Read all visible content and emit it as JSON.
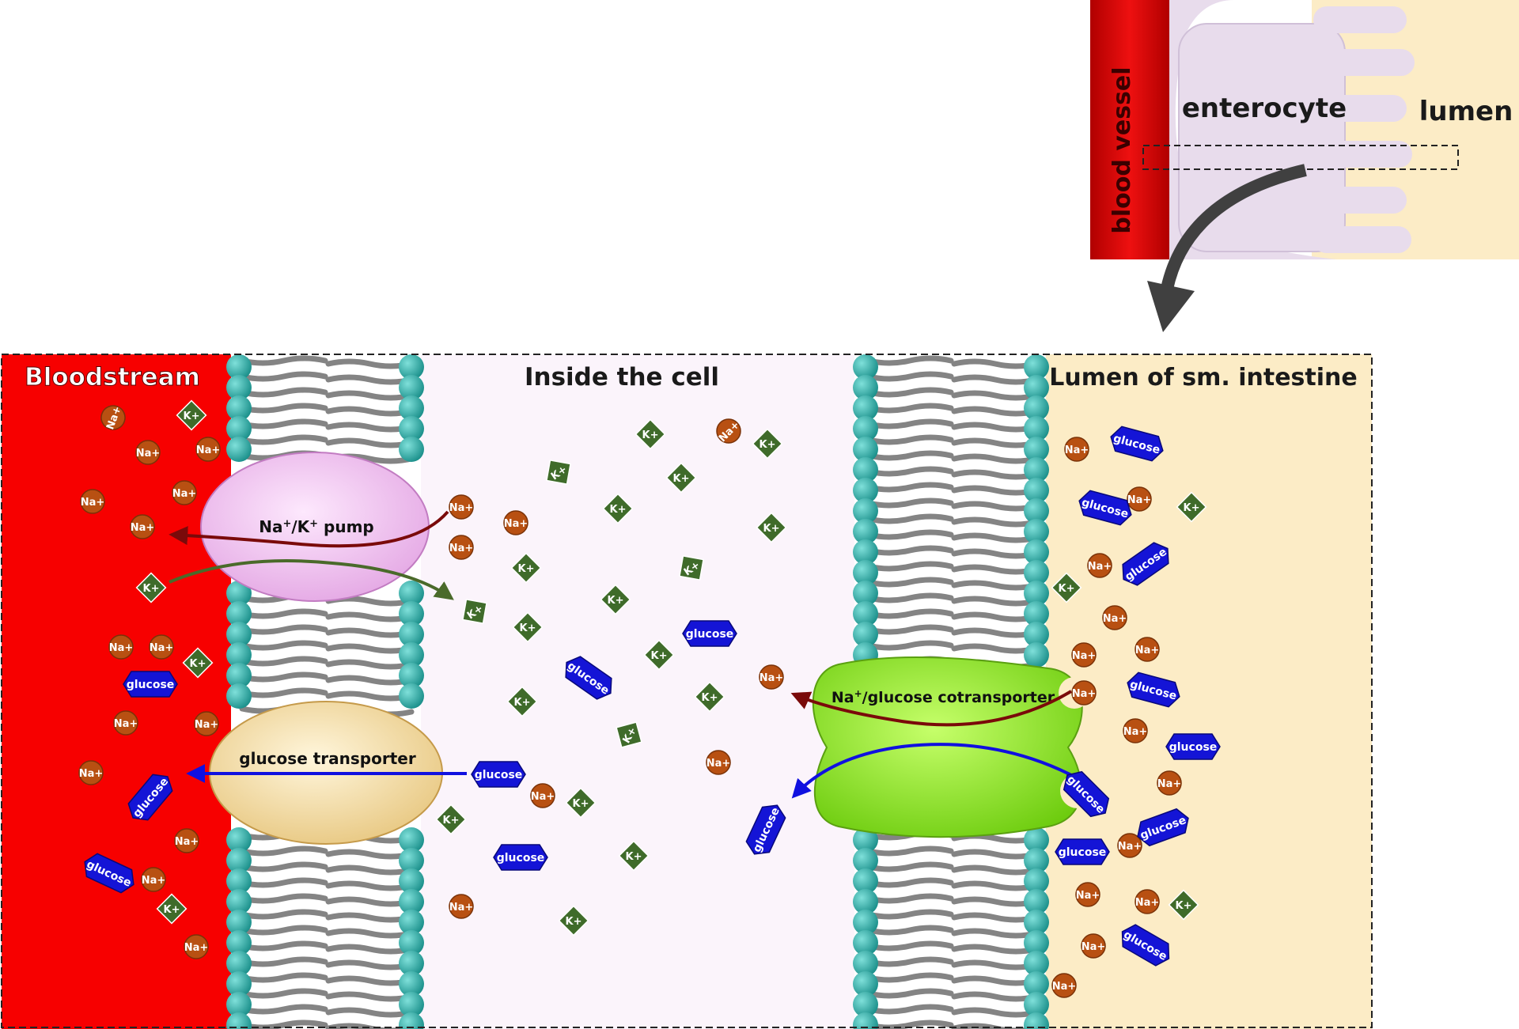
{
  "inset": {
    "blood_vessel_label": "blood vessel",
    "enterocyte_label": "enterocyte",
    "lumen_label": "lumen"
  },
  "regions": {
    "bloodstream": "Bloodstream",
    "inside_cell": "Inside the cell",
    "lumen_intestine": "Lumen of sm. intestine"
  },
  "proteins": {
    "pump": {
      "label_main": "Na",
      "sup1": "+",
      "label_mid": "/K",
      "sup2": "+",
      "label_end": " pump"
    },
    "glucose_transporter": {
      "label": "glucose transporter"
    },
    "cotransporter": {
      "label_main": "Na",
      "sup": "+",
      "label_end": "/glucose cotransporter"
    }
  },
  "molecules": {
    "na_label": "Na+",
    "k_label": "K+",
    "glucose_label": "glucose"
  },
  "colors": {
    "blood": "#f70000",
    "cell": "#fbf4fb",
    "lumen": "#fcecc6",
    "na_ion": "#b85012",
    "k_ion": "#3f6b2a",
    "glucose": "#1414d6",
    "head_group": "#2aa5a0",
    "pump": "#f0bef0",
    "transporter": "#f2d89a",
    "cotransporter": "#8ee51a",
    "na_arrow": "#7a0a0a",
    "k_arrow": "#4a6a2a",
    "glucose_arrow": "#1010e0"
  }
}
